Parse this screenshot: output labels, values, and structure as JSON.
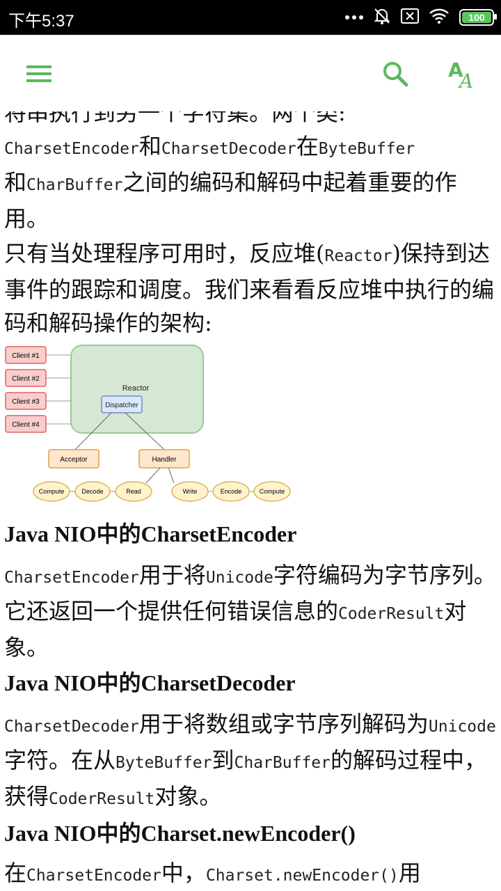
{
  "status_bar": {
    "time": "下午5:37",
    "battery": "100",
    "icons": [
      "more-dots-icon",
      "mute-icon",
      "sim-icon",
      "wifi-icon",
      "battery-icon"
    ]
  },
  "toolbar": {
    "menu_icon": "hamburger-menu-icon",
    "search_icon": "search-icon",
    "font_icon": "font-size-icon",
    "accent": "#5cb85c"
  },
  "content": {
    "para1": {
      "line0": "将串执行到另一个字符集。两个类:",
      "code1": "CharsetEncoder",
      "t1": "和",
      "code2": "CharsetDecoder",
      "t2": "在",
      "code3": "ByteBuffer",
      "t3": "和",
      "code4": "CharBuffer",
      "t4": "之间的编码和解码中起着重要的作用。"
    },
    "para2": {
      "t1": "只有当处理程序可用时，反应堆(",
      "code1": "Reactor",
      "t2": ")保持到达事件的跟踪和调度。我们来看看反应堆中执行的编码和解码操作的架构:"
    },
    "diagram": {
      "reactor": "Reactor",
      "dispatcher": "Dispatcher",
      "clients": [
        "Client #1",
        "Client #2",
        "Client #3",
        "Client #4"
      ],
      "acceptor": "Acceptor",
      "handler": "Handler",
      "ops": [
        "Compute",
        "Decode",
        "Read",
        "Write",
        "Encode",
        "Compute"
      ]
    },
    "h1": "Java NIO中的CharsetEncoder",
    "para3": {
      "code1": "CharsetEncoder",
      "t1": "用于将",
      "code2": "Unicode",
      "t2": "字符编码为字节序列。它还返回一个提供任何错误信息的",
      "code3": "CoderResult",
      "t3": "对象。"
    },
    "h2": "Java NIO中的CharsetDecoder",
    "para4": {
      "code1": "CharsetDecoder",
      "t1": "用于将数组或字节序列解码为",
      "code2": "Unicode",
      "t2": "字符。在从",
      "code3": "ByteBuffer",
      "t3": "到",
      "code4": "CharBuffer",
      "t4": "的解码过程中，获得",
      "code5": "CoderResult",
      "t5": "对象。"
    },
    "h3": "Java NIO中的Charset.newEncoder()",
    "para5": {
      "t1": "在",
      "code1": "CharsetEncoder",
      "t2": "中，",
      "code2": "Charset.newEncoder()",
      "t3": "用"
    }
  }
}
